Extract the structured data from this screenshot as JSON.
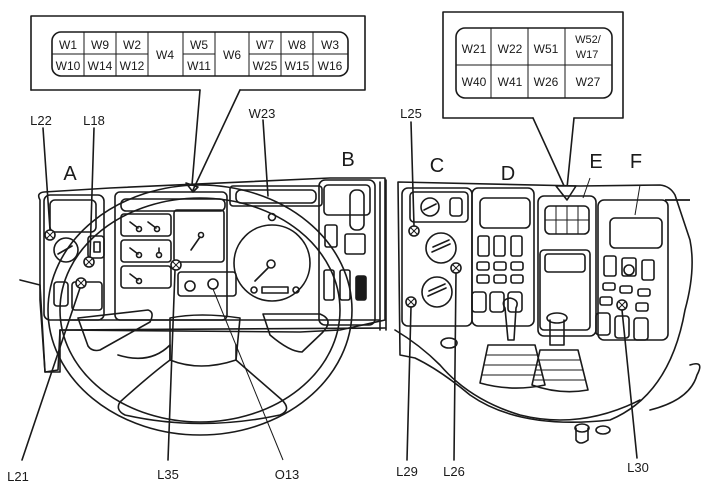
{
  "diagram": {
    "subject": "Truck dashboard fuse/lamp location diagram",
    "sections": [
      {
        "id": "A",
        "label": "A"
      },
      {
        "id": "B",
        "label": "B"
      },
      {
        "id": "C",
        "label": "C"
      },
      {
        "id": "D",
        "label": "D"
      },
      {
        "id": "E",
        "label": "E"
      },
      {
        "id": "F",
        "label": "F"
      }
    ],
    "callouts": {
      "L22": "L22",
      "L18": "L18",
      "W23": "W23",
      "L25": "L25",
      "L21": "L21",
      "L35": "L35",
      "O13": "O13",
      "L29": "L29",
      "L26": "L26",
      "L30": "L30"
    },
    "left_box": {
      "top_row": [
        "W1",
        "W9",
        "W2",
        "W5",
        "W7",
        "W8",
        "W3"
      ],
      "bottom_row": [
        "W10",
        "W14",
        "W12",
        "W11",
        "W25",
        "W15",
        "W16"
      ],
      "tall_cells": [
        "W4",
        "W6"
      ]
    },
    "right_box": {
      "top_row": [
        "W21",
        "W22",
        "W51",
        "W52/",
        "W17"
      ],
      "bottom_row": [
        "W40",
        "W41",
        "W26",
        "W27"
      ]
    }
  }
}
